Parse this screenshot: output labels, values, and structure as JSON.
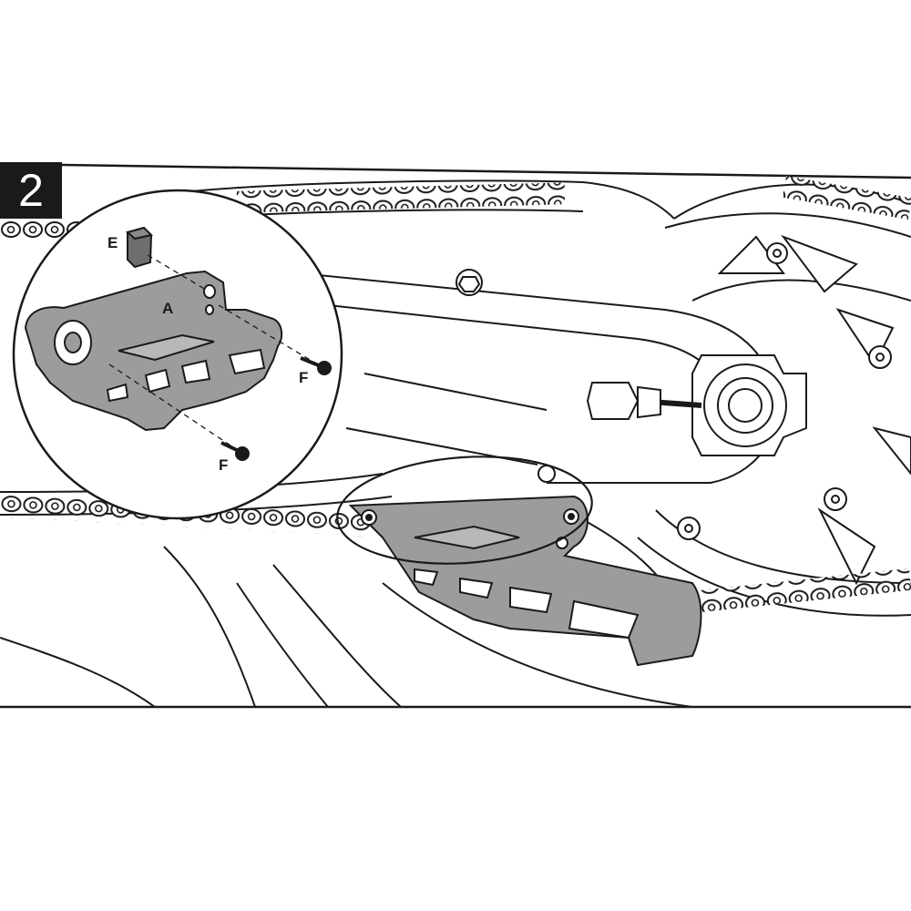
{
  "step": {
    "number": "2"
  },
  "callouts": {
    "e": "E",
    "a": "A",
    "f_upper": "F",
    "f_lower": "F"
  },
  "colors": {
    "ink": "#1a1a1a",
    "part_fill": "#9c9c9c",
    "part_fill_light": "#b8b8b8",
    "background": "#ffffff"
  }
}
